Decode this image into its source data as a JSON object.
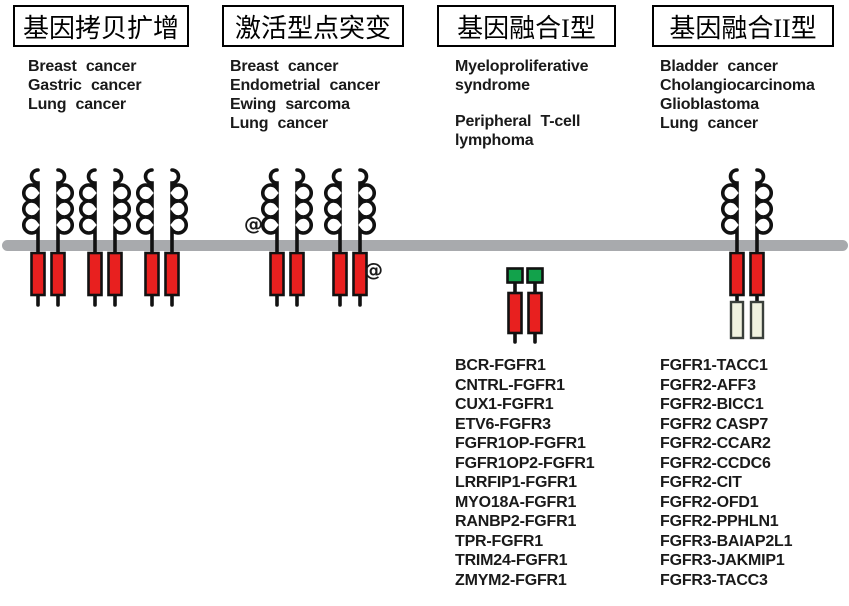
{
  "columns": [
    {
      "id": "gene-copy-amplification",
      "header": "基因拷贝扩增",
      "diseases": [
        "Breast cancer",
        "Gastric cancer",
        "Lung cancer"
      ]
    },
    {
      "id": "activating-point-mutation",
      "header": "激活型点突变",
      "diseases": [
        "Breast cancer",
        "Endometrial cancer",
        "Ewing sarcoma",
        "Lung cancer"
      ],
      "mutation_symbol": "@"
    },
    {
      "id": "gene-fusion-type-1",
      "header": "基因融合I型",
      "diseases": [
        "Myeloproliferative syndrome",
        "Peripheral T-cell lymphoma"
      ],
      "fusions": [
        "BCR-FGFR1",
        "CNTRL-FGFR1",
        "CUX1-FGFR1",
        "ETV6-FGFR3",
        "FGFR1OP-FGFR1",
        "FGFR1OP2-FGFR1",
        "LRRFIP1-FGFR1",
        "MYO18A-FGFR1",
        "RANBP2-FGFR1",
        "TPR-FGFR1",
        "TRIM24-FGFR1",
        "ZMYM2-FGFR1"
      ]
    },
    {
      "id": "gene-fusion-type-2",
      "header": "基因融合II型",
      "diseases": [
        "Bladder cancer",
        "Cholangiocarcinoma",
        "Glioblastoma",
        "Lung cancer"
      ],
      "fusions": [
        "FGFR1-TACC1",
        "FGFR2-AFF3",
        "FGFR2-BICC1",
        "FGFR2 CASP7",
        "FGFR2-CCAR2",
        "FGFR2-CCDC6",
        "FGFR2-CIT",
        "FGFR2-OFD1",
        "FGFR2-PPHLN1",
        "FGFR3-BAIAP2L1",
        "FGFR3-JAKMIP1",
        "FGFR3-TACC3"
      ]
    }
  ],
  "icons": {
    "receptor_dimer": "fgfr-receptor-dimer-icon",
    "membrane": "cell-membrane-bar",
    "kinase_domain": "red-kinase-domain-box",
    "fusion_partner_n_terminal": "green-fusion-partner-box",
    "fusion_partner_c_terminal": "cream-fusion-partner-box"
  },
  "colors": {
    "kinase_domain_red": "#e8201f",
    "fusion_partner_green": "#12a24b",
    "fusion_partner_cream": "#f0f2df",
    "membrane_gray": "#a8aaad"
  }
}
